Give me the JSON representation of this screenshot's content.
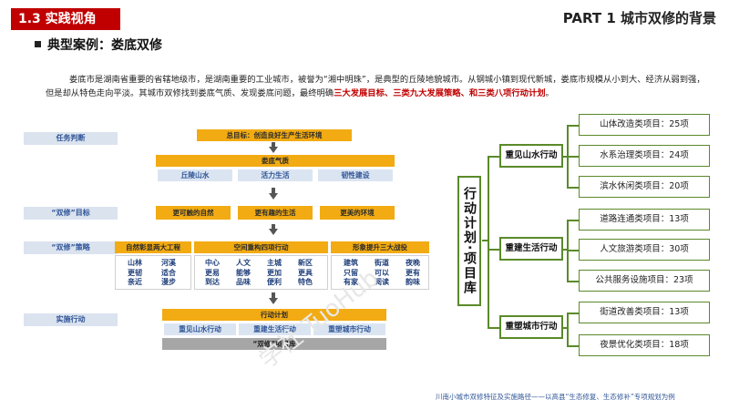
{
  "header": {
    "section_tag": "1.3 实践视角",
    "part_title": "PART 1 城市双修的背景",
    "case_title": "典型案例：娄底双修"
  },
  "intro": {
    "line_normal": "娄底市是湖南省重要的省辖地级市，是湖南重要的工业城市，被誉为“湘中明珠”，是典型的丘陵地貌城市。从钢城小镇到现代新城，娄底市规模从小到大、经济从弱到强，但是却从特色走向平淡。其城市双修找到娄底气质、发现娄底问题，最终明确",
    "highlight": "三大发展目标、三类九大发展策略、和三类八项行动计划",
    "end": "。"
  },
  "side_labels": [
    "任务判断",
    "“双修”目标",
    "“双修”策略",
    "实施行动"
  ],
  "diagram": {
    "goal_box": "总目标：创造良好生产生活环境",
    "qizhi_box": "娄底气质",
    "qizhi_items": [
      "丘陵山水",
      "活力生活",
      "韧性建设"
    ],
    "targets": [
      "更可触的自然",
      "更有趣的生活",
      "更美的环境"
    ],
    "strategy_heads": [
      "自然彰显两大工程",
      "空间重构四项行动",
      "形象提升三大战役"
    ],
    "strategy_cols": [
      [
        "山林",
        "更韧",
        "亲近"
      ],
      [
        "河溪",
        "适合",
        "漫步"
      ],
      [
        "中心",
        "更易",
        "到达"
      ],
      [
        "人文",
        "能够",
        "品味"
      ],
      [
        "主城",
        "更加",
        "便利"
      ],
      [
        "新区",
        "更具",
        "特色"
      ],
      [
        "建筑",
        "只留",
        "有家"
      ],
      [
        "街道",
        "可以",
        "阅读"
      ],
      [
        "夜晚",
        "更有",
        "韵味"
      ]
    ],
    "plan_box": "行动计划",
    "plan_items": [
      "重见山水行动",
      "重建生活行动",
      "重塑城市行动"
    ],
    "library_box": "“双修”项目库"
  },
  "tree": {
    "root": "行动计划·项目库",
    "actions": [
      {
        "label": "重见山水行动",
        "leaves": [
          "山体改造类项目：25项",
          "水系治理类项目：24项",
          "滨水休闲类项目：20项"
        ]
      },
      {
        "label": "重建生活行动",
        "leaves": [
          "道路连通类项目：13项",
          "人文旅游类项目：30项",
          "公共服务设施项目：23项"
        ]
      },
      {
        "label": "重塑城市行动",
        "leaves": [
          "街道改善类项目：13项",
          "夜景优化类项目：18项"
        ]
      }
    ]
  },
  "footer": "川南小城市双修特征及实施路径——以高县“生态修复、生态修补”专项规划为例",
  "watermark": "学社 TuoHub"
}
